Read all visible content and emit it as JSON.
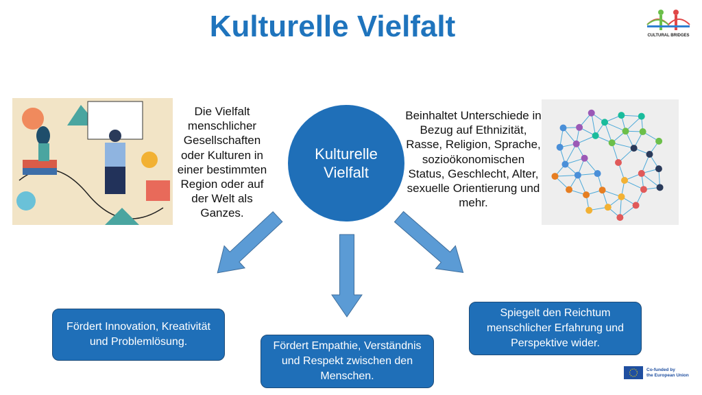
{
  "slide": {
    "title": "Kulturelle Vielfalt",
    "logo": {
      "text": "CULTURAL BRIDGES"
    },
    "center_circle": {
      "line1": "Kulturelle",
      "line2": "Vielfalt"
    },
    "left_description": "Die Vielfalt menschlicher Gesellschaften oder Kulturen in einer bestimmten Region oder auf der Welt als Ganzes.",
    "right_description": "Beinhaltet Unterschiede in Bezug auf Ethnizität, Rasse, Religion, Sprache, sozioökonomischen Status, Geschlecht, Alter, sexuelle Orientierung und mehr.",
    "boxes": [
      {
        "text": "Fördert Innovation, Kreativität und Problemlösung."
      },
      {
        "text": "Fördert Empathie, Verständnis und Respekt zwischen den Menschen."
      },
      {
        "text": "Spiegelt den Reichtum menschlicher Erfahrung und Perspektive wider."
      }
    ],
    "funding": {
      "line1": "Co-funded by",
      "line2": "the European Union"
    },
    "colors": {
      "accent": "#1f74bd",
      "box": "#1f6fb8",
      "arrow": "#5b9bd5"
    }
  }
}
